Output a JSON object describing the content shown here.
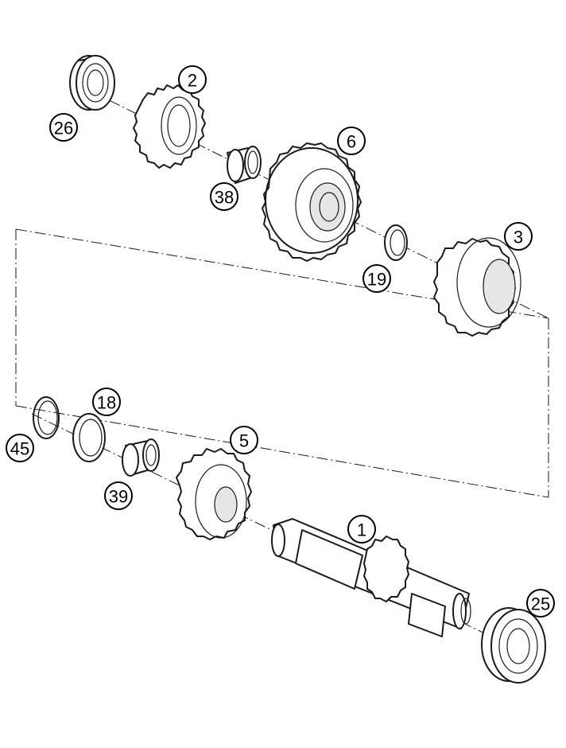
{
  "diagram": {
    "callouts": [
      {
        "id": "26",
        "label": "26"
      },
      {
        "id": "2",
        "label": "2"
      },
      {
        "id": "6",
        "label": "6"
      },
      {
        "id": "38",
        "label": "38"
      },
      {
        "id": "3",
        "label": "3"
      },
      {
        "id": "19",
        "label": "19"
      },
      {
        "id": "18",
        "label": "18"
      },
      {
        "id": "45",
        "label": "45"
      },
      {
        "id": "5",
        "label": "5"
      },
      {
        "id": "39",
        "label": "39"
      },
      {
        "id": "1",
        "label": "1"
      },
      {
        "id": "25",
        "label": "25"
      }
    ]
  }
}
